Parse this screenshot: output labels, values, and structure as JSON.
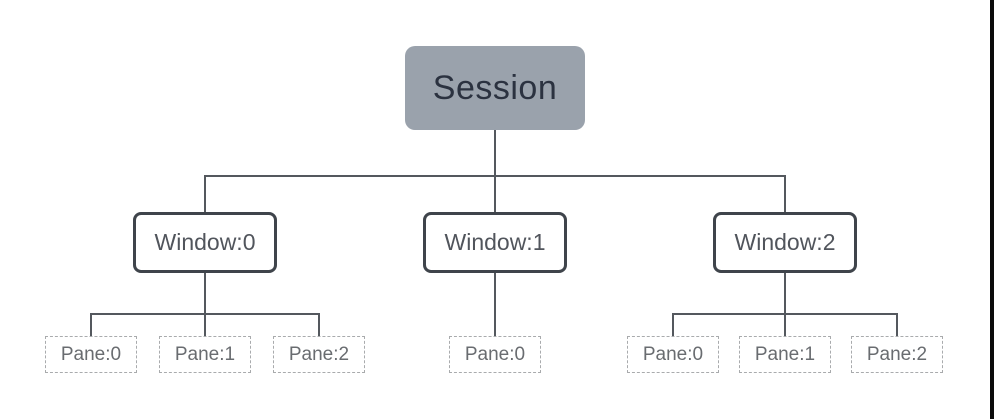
{
  "tree": {
    "session": {
      "label": "Session"
    },
    "windows": [
      {
        "label": "Window:0",
        "panes": [
          "Pane:0",
          "Pane:1",
          "Pane:2"
        ]
      },
      {
        "label": "Window:1",
        "panes": [
          "Pane:0"
        ]
      },
      {
        "label": "Window:2",
        "panes": [
          "Pane:0",
          "Pane:1",
          "Pane:2"
        ]
      }
    ]
  },
  "colors": {
    "background": "#FFFFFF",
    "session_fill": "#9AA2AC",
    "session_text": "#2B3240",
    "window_border": "#3F444B",
    "window_text": "#51555C",
    "pane_border": "#A9ABAD",
    "pane_text": "#696C70",
    "connector": "#54585E",
    "right_edge_line": "#0B0B0B"
  }
}
